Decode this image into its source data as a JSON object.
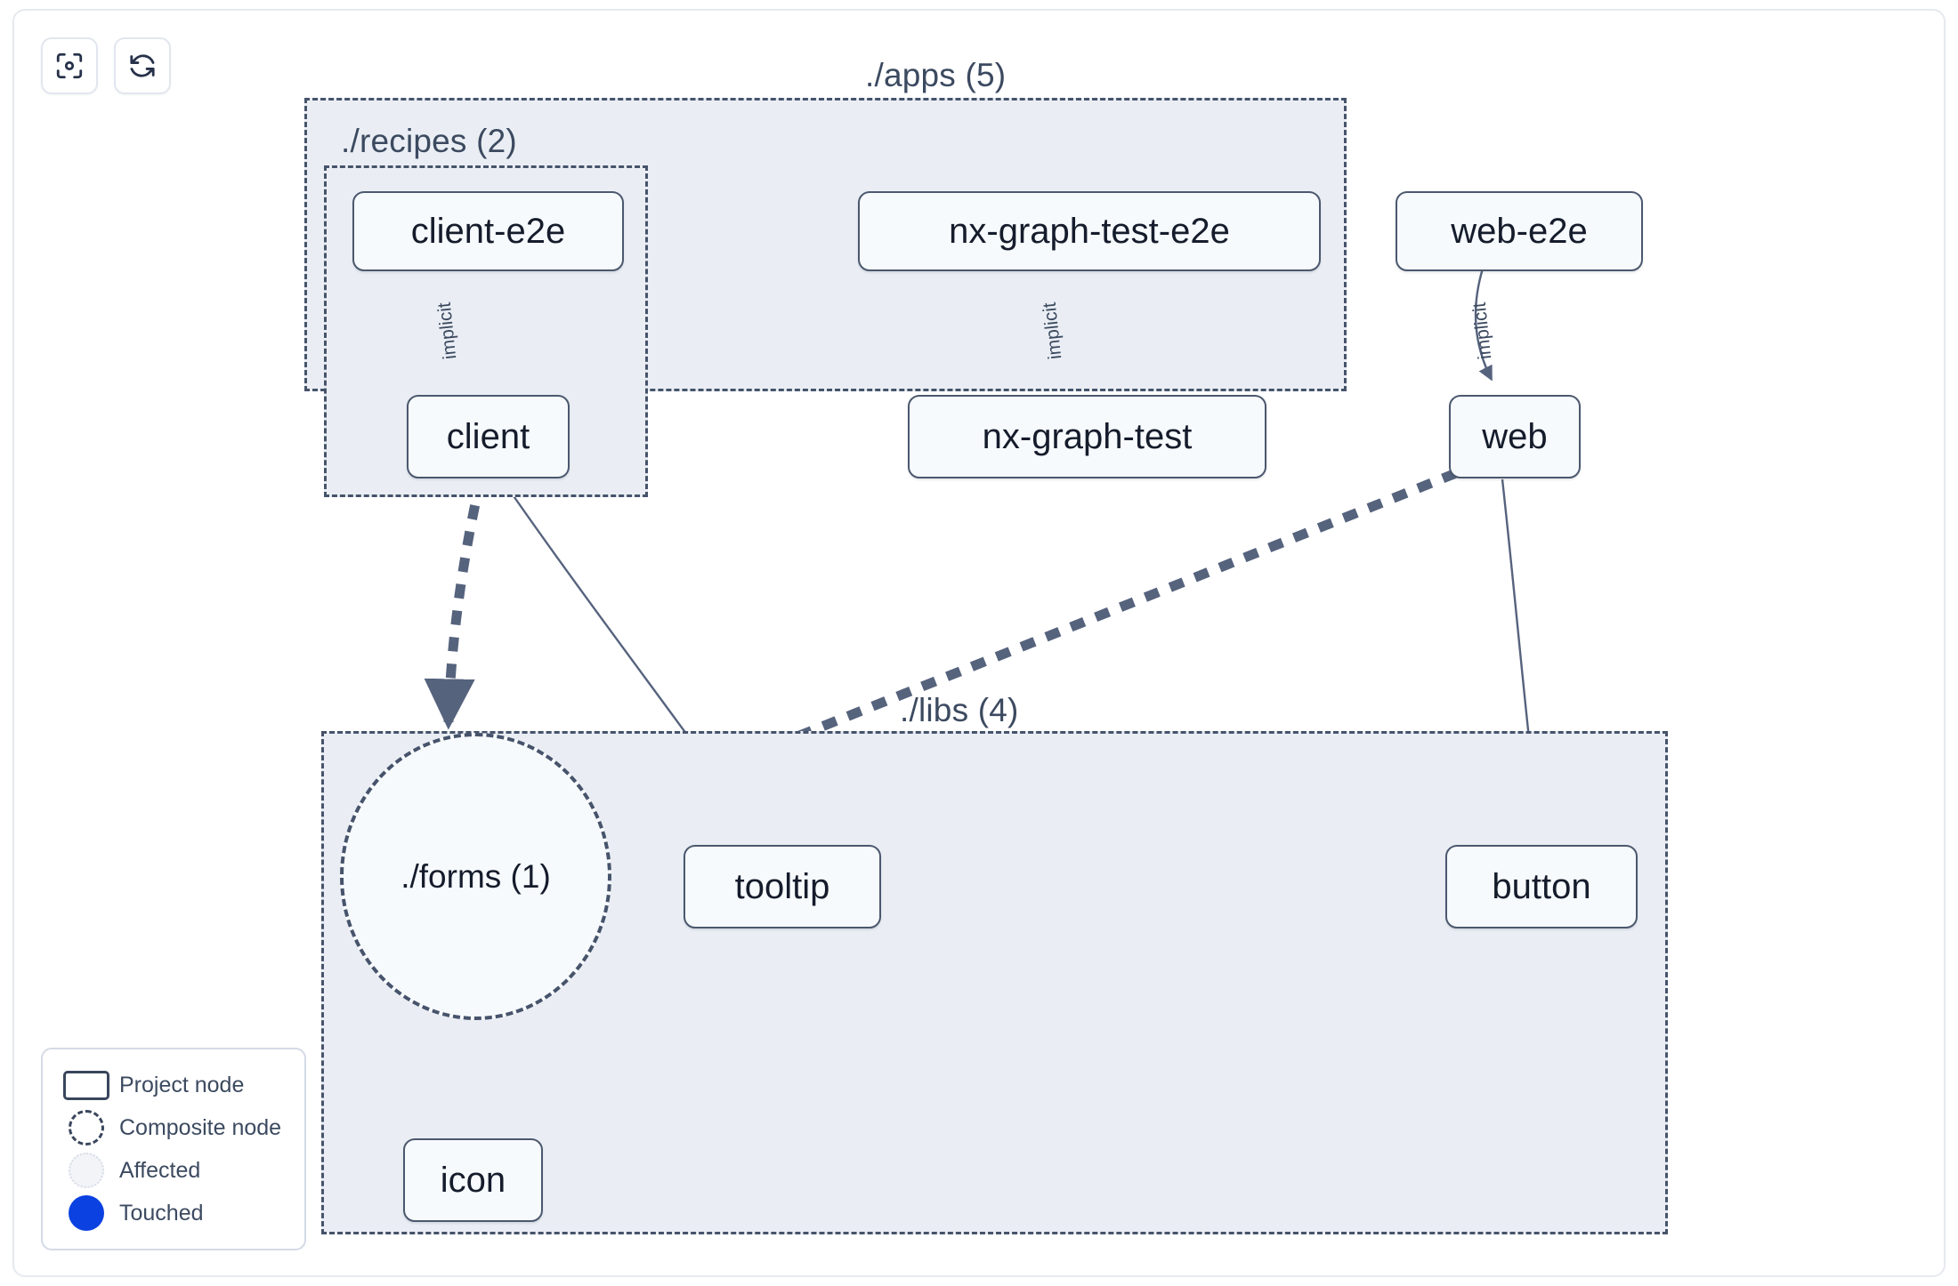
{
  "toolbar": {
    "buttons": [
      {
        "name": "focus-graph-button",
        "icon": "focus-target-icon",
        "label": ""
      },
      {
        "name": "refresh-graph-button",
        "icon": "refresh-icon",
        "label": ""
      }
    ]
  },
  "graph": {
    "containers": [
      {
        "id": "apps",
        "label": "./apps (5)"
      },
      {
        "id": "recipes",
        "label": "./recipes (2)"
      },
      {
        "id": "libs",
        "label": "./libs (4)"
      }
    ],
    "nodes": [
      {
        "id": "client-e2e",
        "label": "client-e2e",
        "type": "project"
      },
      {
        "id": "nx-graph-test-e2e",
        "label": "nx-graph-test-e2e",
        "type": "project"
      },
      {
        "id": "web-e2e",
        "label": "web-e2e",
        "type": "project"
      },
      {
        "id": "client",
        "label": "client",
        "type": "project"
      },
      {
        "id": "nx-graph-test",
        "label": "nx-graph-test",
        "type": "project"
      },
      {
        "id": "web",
        "label": "web",
        "type": "project"
      },
      {
        "id": "forms",
        "label": "./forms (1)",
        "type": "composite"
      },
      {
        "id": "tooltip",
        "label": "tooltip",
        "type": "project"
      },
      {
        "id": "button",
        "label": "button",
        "type": "project"
      },
      {
        "id": "icon",
        "label": "icon",
        "type": "project"
      }
    ],
    "edges": [
      {
        "from": "client-e2e",
        "to": "client",
        "label": "implicit",
        "style": "solid"
      },
      {
        "from": "nx-graph-test-e2e",
        "to": "nx-graph-test",
        "label": "implicit",
        "style": "solid"
      },
      {
        "from": "web-e2e",
        "to": "web",
        "label": "implicit",
        "style": "solid"
      },
      {
        "from": "client",
        "to": "forms",
        "label": "",
        "style": "dashed"
      },
      {
        "from": "client",
        "to": "tooltip",
        "label": "",
        "style": "solid"
      },
      {
        "from": "web",
        "to": "forms",
        "label": "",
        "style": "dashed"
      },
      {
        "from": "web",
        "to": "button",
        "label": "",
        "style": "solid"
      },
      {
        "from": "forms",
        "to": "icon",
        "label": "",
        "style": "dashed"
      }
    ],
    "edge_labels": {
      "client_e2e_to_client": "implicit",
      "nx_graph_test_e2e_to_nx_graph_test": "implicit",
      "web_e2e_to_web": "implicit"
    }
  },
  "legend": {
    "items": [
      {
        "icon": "project-node-swatch",
        "label": "Project node"
      },
      {
        "icon": "composite-node-swatch",
        "label": "Composite node"
      },
      {
        "icon": "affected-swatch",
        "label": "Affected"
      },
      {
        "icon": "touched-swatch",
        "label": "Touched"
      }
    ]
  },
  "colors": {
    "container_fill": "#eaeef4",
    "container_border": "#46536b",
    "node_fill": "#f7fafc",
    "node_border": "#4b586e",
    "edge": "#56637d",
    "touched": "#0b41e0",
    "text": "#151c2c"
  }
}
